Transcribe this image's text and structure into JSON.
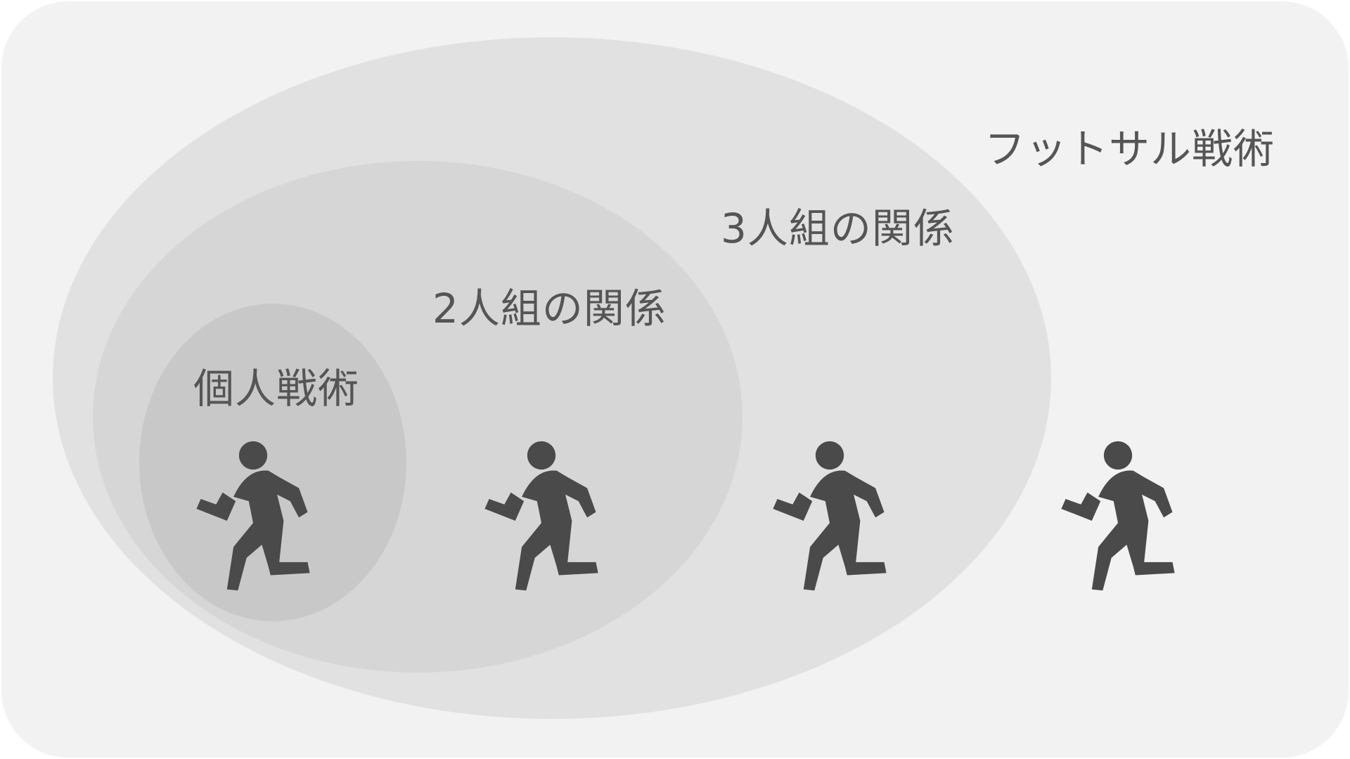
{
  "colors": {
    "card_background": "#f2f2f2",
    "outer_ellipse": "#e1e1e1",
    "middle_ellipse": "#d6d6d6",
    "inner_ellipse": "#c8c8c8",
    "figure": "#4a4a4a",
    "label_text": "#555555"
  },
  "levels": [
    {
      "label": "フットサル戦術"
    },
    {
      "label": "3人組の関係"
    },
    {
      "label": "2人組の関係"
    },
    {
      "label": "個人戦術"
    }
  ],
  "figures": [
    {
      "icon": "running-person-icon"
    },
    {
      "icon": "running-person-icon"
    },
    {
      "icon": "running-person-icon"
    },
    {
      "icon": "running-person-icon"
    }
  ]
}
